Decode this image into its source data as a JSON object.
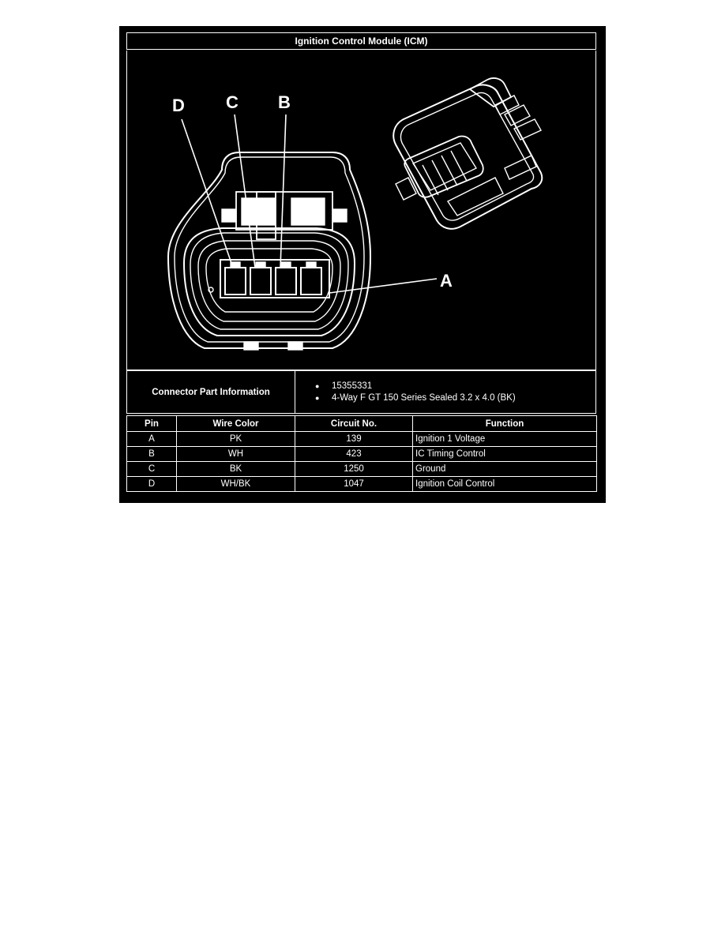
{
  "title": "Ignition Control Module (ICM)",
  "callouts": {
    "d": "D",
    "c": "C",
    "b": "B",
    "a": "A"
  },
  "connector_info": {
    "label": "Connector Part Information",
    "items": [
      "15355331",
      "4-Way F GT 150 Series Sealed 3.2 x 4.0 (BK)"
    ]
  },
  "pin_table": {
    "headers": [
      "Pin",
      "Wire Color",
      "Circuit No.",
      "Function"
    ],
    "rows": [
      [
        "A",
        "PK",
        "139",
        "Ignition 1 Voltage"
      ],
      [
        "B",
        "WH",
        "423",
        "IC Timing Control"
      ],
      [
        "C",
        "BK",
        "1250",
        "Ground"
      ],
      [
        "D",
        "WH/BK",
        "1047",
        "Ignition Coil Control"
      ]
    ]
  }
}
